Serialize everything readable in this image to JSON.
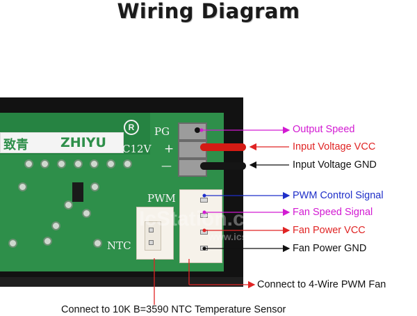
{
  "title": "Wiring Diagram",
  "brand": {
    "cn": "致青",
    "en": "ZHIYU",
    "reg": "R"
  },
  "silkscreen": {
    "pg": "PG",
    "c12v": "C12V",
    "plus": "+",
    "minus": "—",
    "pwm": "PWM",
    "ntc": "NTC"
  },
  "watermark": {
    "line1": "IcStation.com",
    "line2": "www.icstation.com"
  },
  "callouts": [
    {
      "text": "Output Speed",
      "color": "#d21ad2"
    },
    {
      "text": "Input Voltage VCC",
      "color": "#e02424"
    },
    {
      "text": "Input Voltage GND",
      "color": "#111111"
    },
    {
      "text": "PWM Control Signal",
      "color": "#1f2fc9"
    },
    {
      "text": "Fan Speed Signal",
      "color": "#d21ad2"
    },
    {
      "text": "Fan Power VCC",
      "color": "#e02424"
    },
    {
      "text": "Fan Power GND",
      "color": "#111111"
    }
  ],
  "bottom_labels": {
    "pwm_fan": "Connect to 4-Wire PWM Fan",
    "ntc": "Connect to 10K B=3590 NTC Temperature Sensor"
  },
  "colors": {
    "pcb": "#2e8f4a",
    "magenta": "#d21ad2",
    "red": "#e02424",
    "blue": "#1f2fc9",
    "black": "#111111"
  }
}
